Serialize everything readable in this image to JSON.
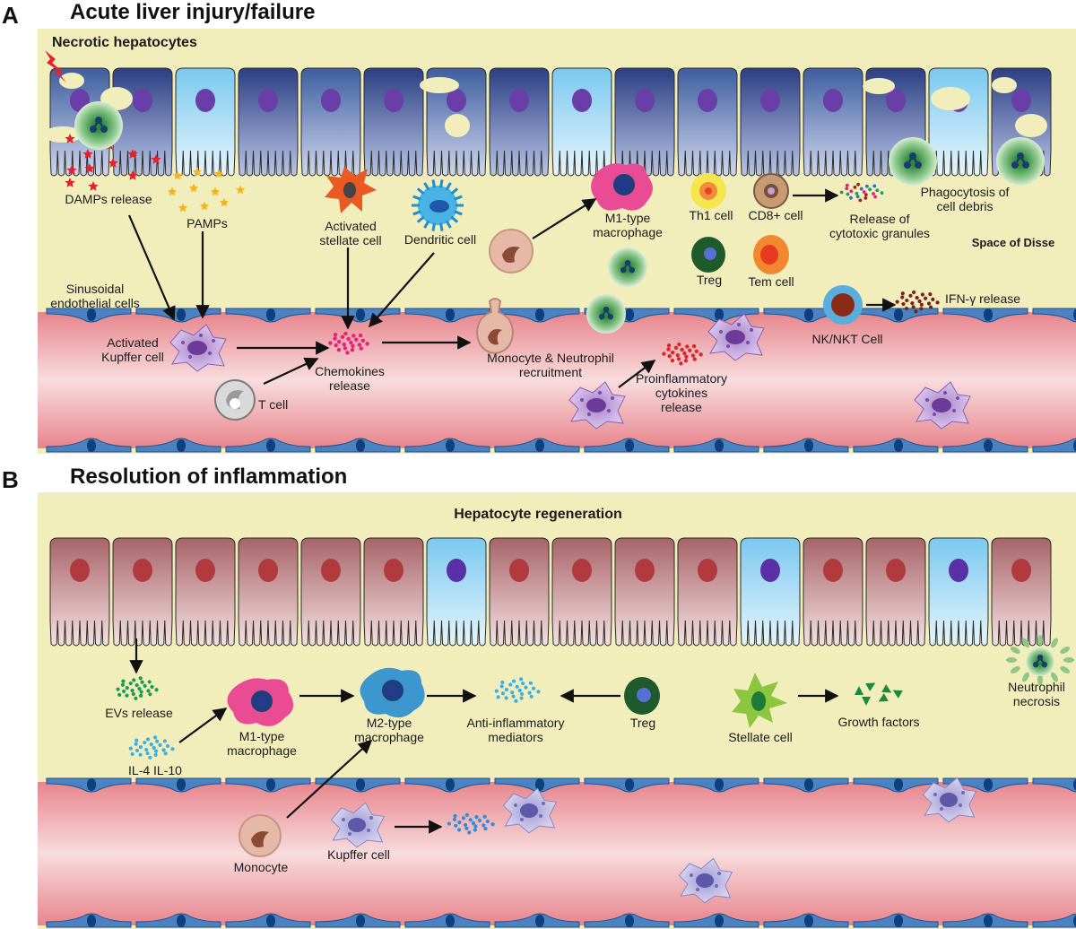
{
  "panels": {
    "a": {
      "letter": "A",
      "title": "Acute liver injury/failure",
      "labels": {
        "necrotic": "Necrotic hepatocytes",
        "damps": "DAMPs release",
        "pamps": "PAMPs",
        "stellate": "Activated\nstellate cell",
        "dendritic": "Dendritic cell",
        "m1": "M1-type\nmacrophage",
        "th1": "Th1 cell",
        "cd8": "CD8+ cell",
        "granules": "Release of\ncytotoxic granules",
        "phago": "Phagocytosis of\ncell debris",
        "disse": "Space of Disse",
        "sinusoidal": "Sinusoidal\nendothelial cells",
        "treg": "Treg",
        "tem": "Tem cell",
        "ifn": "IFN-γ release",
        "kupffer": "Activated\nKupffer cell",
        "chemokines": "Chemokines\nrelease",
        "recruit": "Monocyte & Neutrophil\nrecruitment",
        "nk": "NK/NKT Cell",
        "tcell": "T cell",
        "proinf": "Proinflammatory\ncytokines\nrelease"
      }
    },
    "b": {
      "letter": "B",
      "title": "Resolution of inflammation",
      "labels": {
        "regen": "Hepatocyte regeneration",
        "evs": "EVs release",
        "m1": "M1-type\nmacrophage",
        "m2": "M2-type\nmacrophage",
        "antiinf": "Anti-inflammatory\nmediators",
        "treg": "Treg",
        "stellate": "Stellate cell",
        "growth": "Growth factors",
        "neutro": "Neutrophil\nnecrosis",
        "il": "IL-4 IL-10",
        "monocyte": "Monocyte",
        "kupffer": "Kupffer cell"
      }
    }
  },
  "colors": {
    "tissue_bg": "#f0ecb8",
    "vessel": "#e2868c",
    "endothelium": "#3d78b8",
    "hepatocyte_blue": "#4e6fae",
    "hepatocyte_red": "#b47274",
    "arrow": "#111111"
  }
}
